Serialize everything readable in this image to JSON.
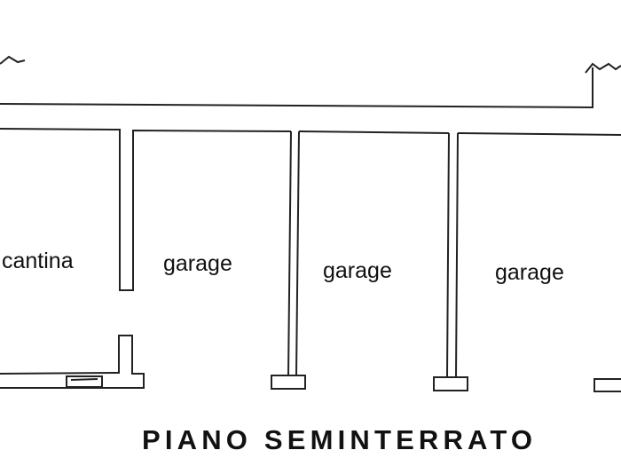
{
  "plan": {
    "title": "PIANO SEMINTERRATO",
    "rooms": [
      {
        "label": "cantina"
      },
      {
        "label": "garage"
      },
      {
        "label": "garage"
      },
      {
        "label": "garage"
      }
    ]
  }
}
